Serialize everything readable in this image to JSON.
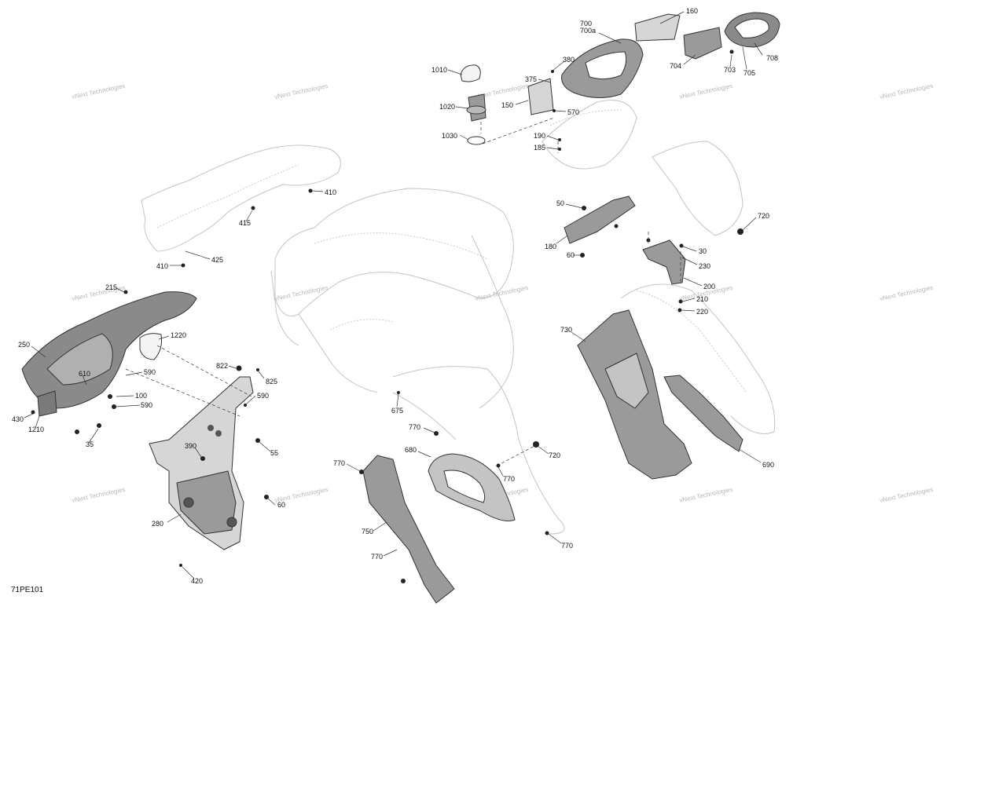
{
  "diagram_code": "71PE101",
  "watermark": "vNext Technologies",
  "colors": {
    "line": "#333333",
    "ghost": "#c4c4c4",
    "part_fill": "#9a9a9a",
    "part_fill_light": "#d6d6d6",
    "watermark": "#b8b8b8"
  },
  "callouts": {
    "c160": "160",
    "c700": "700",
    "c700a": "700a",
    "c708": "708",
    "c704": "704",
    "c703": "703",
    "c705": "705",
    "c380": "380",
    "c375": "375",
    "c1010": "1010",
    "c1020": "1020",
    "c150": "150",
    "c570": "570",
    "c1030": "1030",
    "c190": "190",
    "c185": "185",
    "c410a": "410",
    "c415": "415",
    "c425": "425",
    "c410b": "410",
    "c50": "50",
    "c180": "180",
    "c60a": "60",
    "c720a": "720",
    "c30": "30",
    "c230": "230",
    "c200": "200",
    "c210": "210",
    "c220": "220",
    "c215": "215",
    "c250": "250",
    "c1220": "1220",
    "c610": "610",
    "c590a": "590",
    "c100": "100",
    "c590b": "590",
    "c430": "430",
    "c1210": "1210",
    "c35": "35",
    "c822": "822",
    "c825": "825",
    "c590c": "590",
    "c390": "390",
    "c55": "55",
    "c60b": "60",
    "c280": "280",
    "c420": "420",
    "c675": "675",
    "c770a": "770",
    "c680": "680",
    "c720b": "720",
    "c770b": "770",
    "c770c": "770",
    "c750": "750",
    "c770d": "770",
    "c770e": "770",
    "c730": "730",
    "c690": "690"
  }
}
